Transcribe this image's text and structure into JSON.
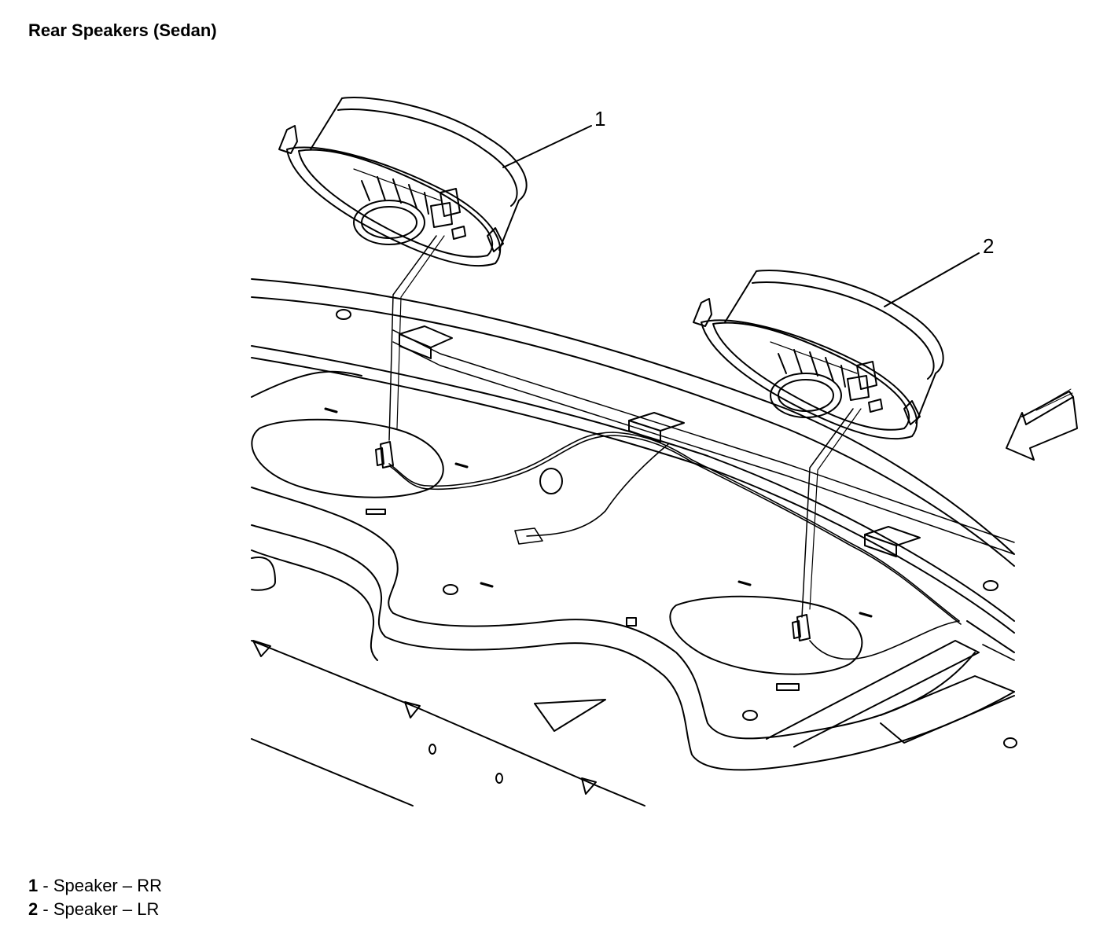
{
  "title": "Rear Speakers (Sedan)",
  "callouts": [
    {
      "number": "1",
      "label": "Speaker – RR"
    },
    {
      "number": "2",
      "label": "Speaker – LR"
    }
  ],
  "legend_separator": " - ",
  "colors": {
    "ink": "#000000",
    "background": "#ffffff"
  }
}
